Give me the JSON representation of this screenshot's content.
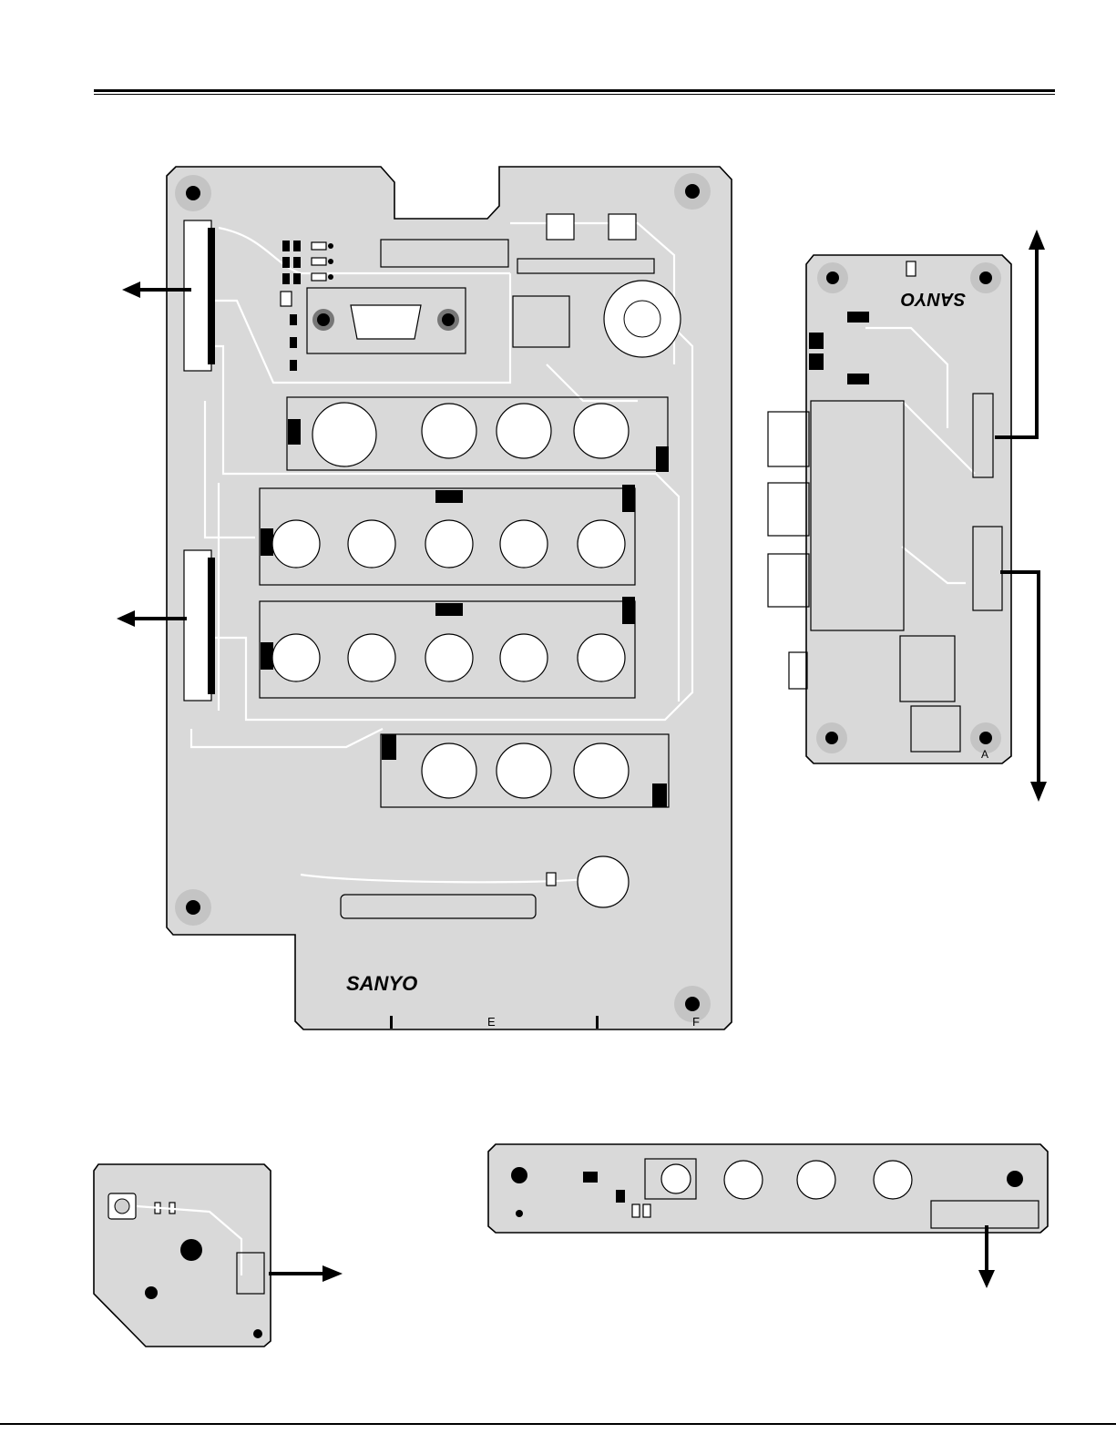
{
  "boards": {
    "main": {
      "logo": "SANYO",
      "edge_mark_1": "E",
      "edge_mark_2": "F"
    },
    "right": {
      "logo": "SANYO",
      "edge_mark": "A"
    }
  },
  "colors": {
    "board_fill": "#d9d9d9",
    "ink": "#000000",
    "trace": "#ffffff"
  }
}
